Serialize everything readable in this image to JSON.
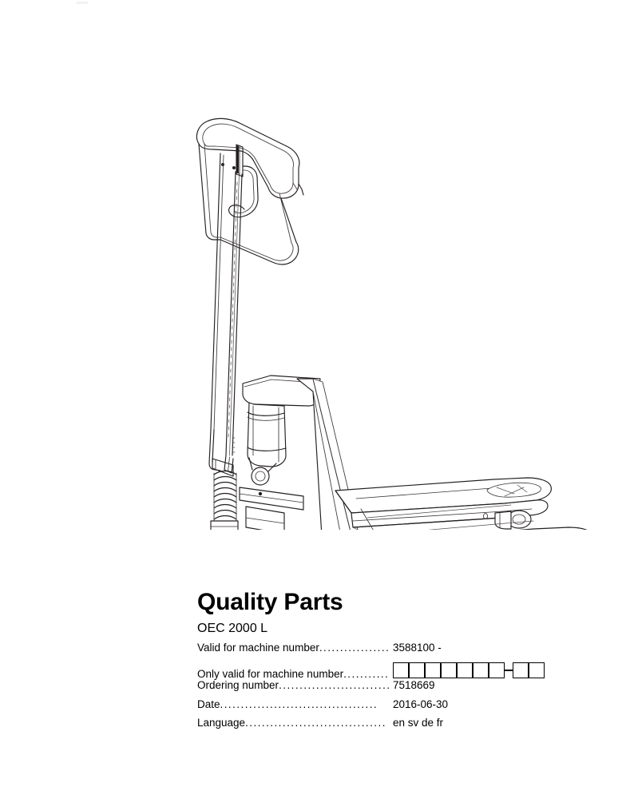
{
  "page": {
    "background_color": "#ffffff",
    "line_color": "#231f20"
  },
  "registration_mark": {
    "icon": "registration-tick-mark",
    "color": "#f2f2f2"
  },
  "illustration": {
    "icon": "hand-pallet-truck-line-drawing",
    "subject": "OEC 2000 L hand pallet truck",
    "parts_depicted": [
      "tiller handle loop",
      "control lever",
      "tiller arm",
      "hydraulic pump unit",
      "return spring",
      "tandem steer wheels",
      "chassis side plate",
      "forks",
      "load roller wheels"
    ]
  },
  "title_block": {
    "title": "Quality Parts",
    "model": "OEC 2000 L",
    "specs": [
      {
        "label": "Valid for machine number",
        "leader": "....................",
        "value": "3588100 -",
        "type": "text"
      },
      {
        "label": "Only valid for machine number ",
        "leader": "...........",
        "value": "",
        "type": "boxes",
        "boxes": {
          "group_1_count": 7,
          "separator": "-",
          "group_2_count": 2
        }
      },
      {
        "label": "Ordering number ",
        "leader": "................................",
        "value": "7518669",
        "type": "text"
      },
      {
        "label": "Date ",
        "leader": "......................................",
        "value": "2016-06-30",
        "type": "text"
      },
      {
        "label": "Language",
        "leader": ".............................................",
        "value": "en sv de fr",
        "type": "text"
      }
    ]
  }
}
